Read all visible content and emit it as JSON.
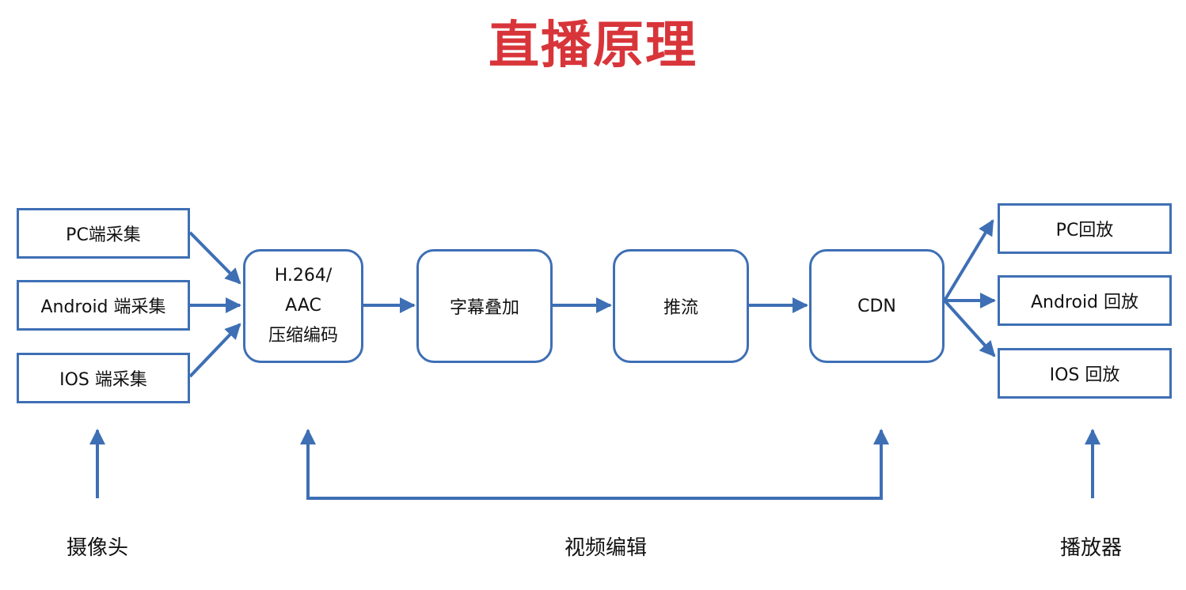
{
  "title": "直播原理",
  "capture": [
    "PC端采集",
    "Android 端采集",
    "IOS 端采集"
  ],
  "encoder": [
    "H.264/",
    "AAC",
    "压缩编码"
  ],
  "subtitle_overlay": "字幕叠加",
  "push_stream": "推流",
  "cdn": "CDN",
  "playback": [
    "PC回放",
    "Android 回放",
    "IOS 回放"
  ],
  "bottom_labels": {
    "camera": "摄像头",
    "video_edit": "视频编辑",
    "player": "播放器"
  },
  "colors": {
    "title": "#d8353a",
    "line": "#3e6fb5"
  }
}
